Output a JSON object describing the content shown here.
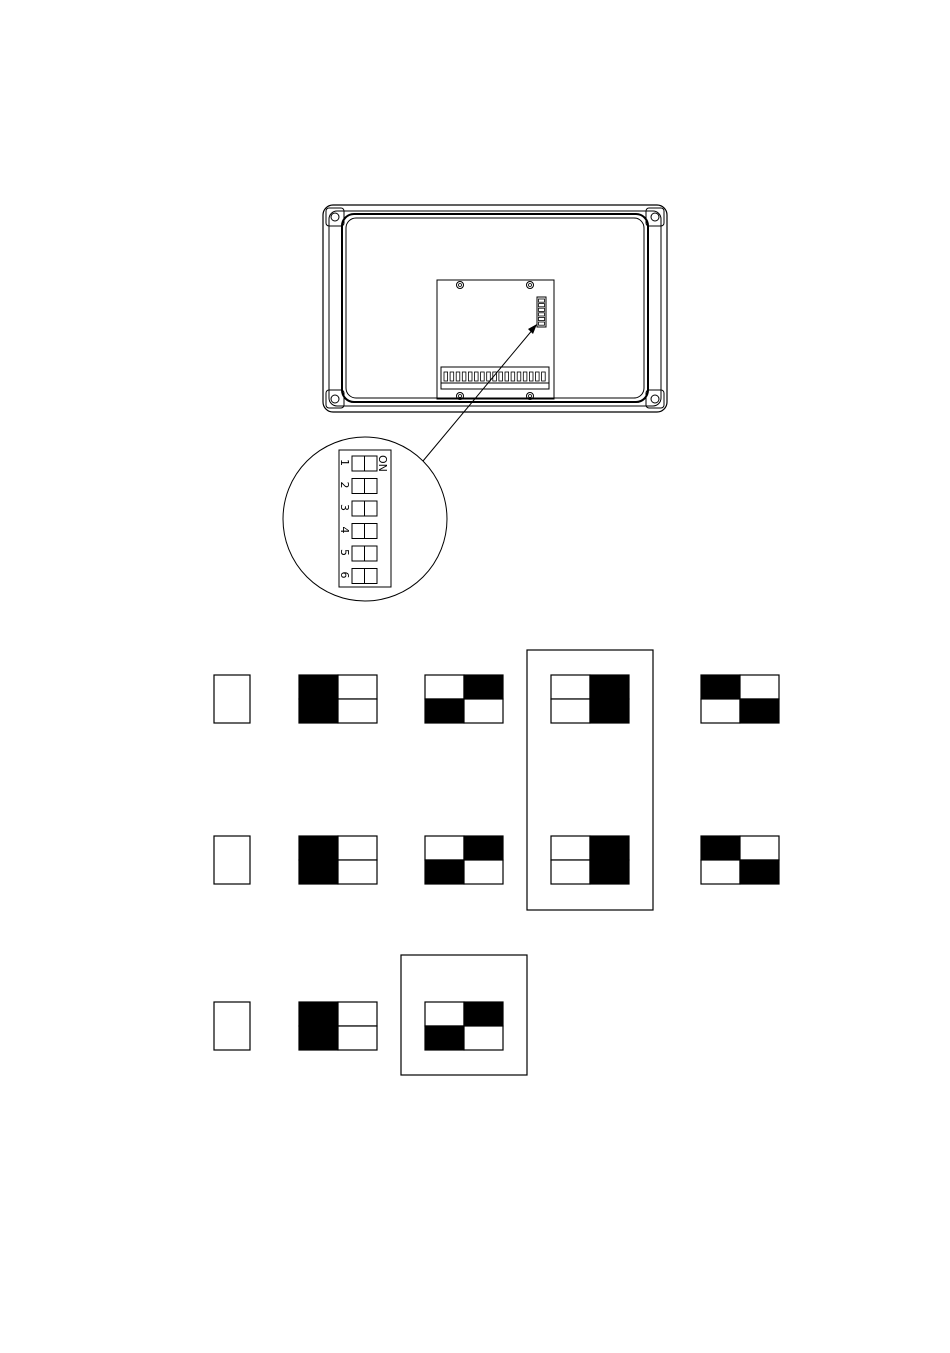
{
  "zoom": {
    "on_label": "ON",
    "switch_numbers": [
      "1",
      "2",
      "3",
      "4",
      "5",
      "6"
    ]
  },
  "colors": {
    "ink": "#000000",
    "paper": "#ffffff"
  },
  "setting_rows": [
    {
      "patterns": [
        "blank",
        "left-both",
        "diag-tr-bl",
        "right-both",
        "diag-tl-br"
      ]
    },
    {
      "patterns": [
        "blank",
        "left-both",
        "diag-tr-bl",
        "right-both",
        "diag-tl-br"
      ]
    },
    {
      "patterns": [
        "blank",
        "left-both",
        "diag-tr-bl"
      ]
    }
  ],
  "highlights": [
    {
      "row_span": [
        0,
        1
      ],
      "column": 3
    },
    {
      "row_span": [
        2,
        2
      ],
      "column": 2
    }
  ]
}
